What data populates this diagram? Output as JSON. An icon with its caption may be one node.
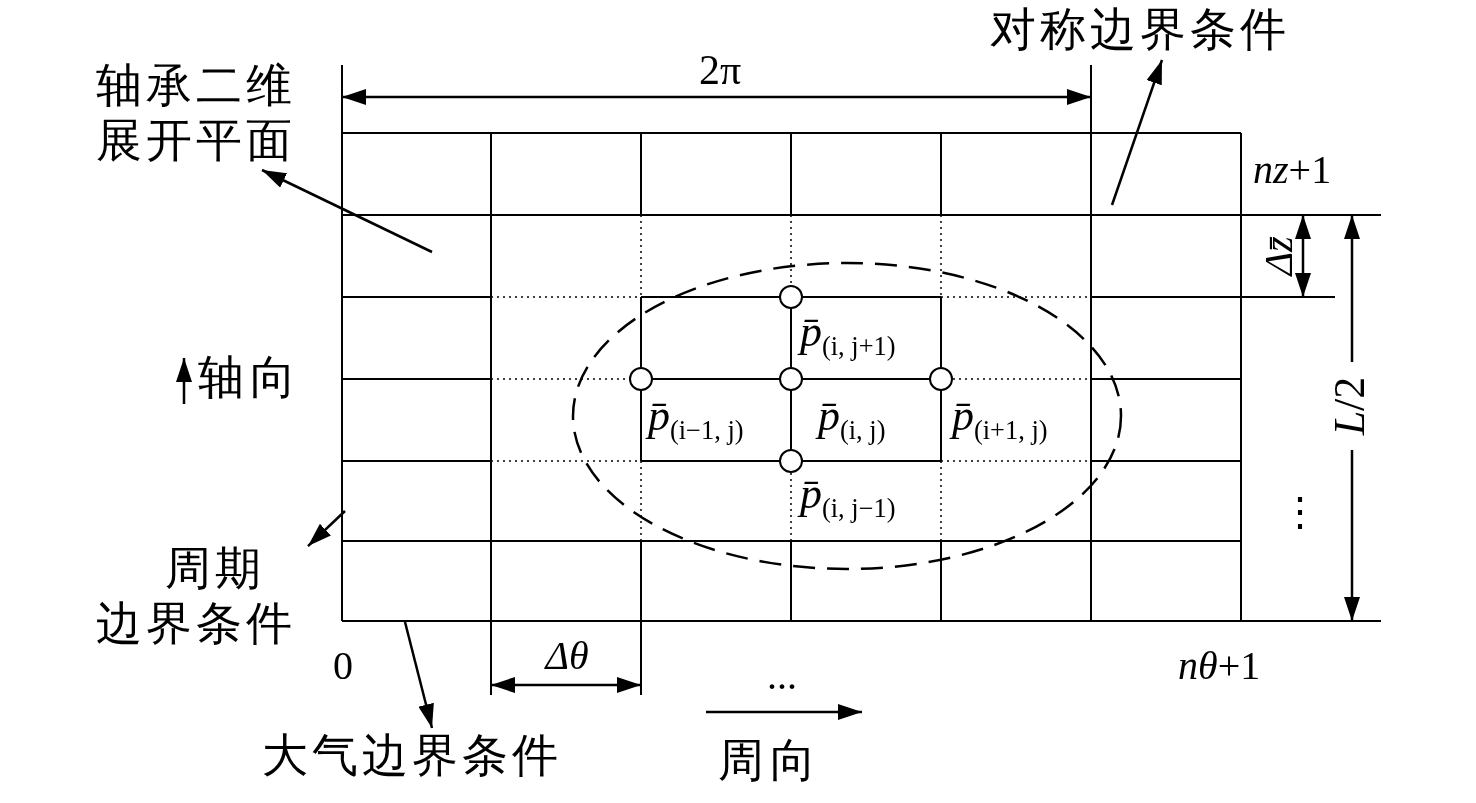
{
  "diagram": {
    "nodes": [
      {
        "text": [
          "轴承二维展开平面"
        ]
      },
      {
        "text": [
          "对称边界条件"
        ]
      },
      {
        "text": [],
        "shape": "circle",
        "beside": [
          "*p̄*$_{(i, j+1)}$"
        ]
      },
      {
        "text": [],
        "shape": "circle",
        "beside": [
          "*p̄*$_{(i−1, j)}$"
        ]
      },
      {
        "text": [],
        "shape": "circle",
        "beside": [
          "*p̄*$_{(i, j)}$"
        ]
      },
      {
        "text": [],
        "shape": "circle",
        "beside": [
          "*p̄*$_{(i+1, j)}$"
        ]
      },
      {
        "text": [],
        "shape": "circle",
        "beside": [
          "*p̄*$_{(i, j−1)}$"
        ]
      },
      {
        "text": [
          "周期边界条件"
        ]
      },
      {
        "text": [
          "大气边界条件"
        ]
      }
    ],
    "edges": [
      {
        "from": null,
        "to": 0,
        "arrow": "to"
      },
      {
        "from": null,
        "to": 1,
        "arrow": "to"
      },
      {
        "from": null,
        "to": 7,
        "arrow": "to"
      },
      {
        "from": null,
        "to": 8,
        "arrow": "to"
      }
    ],
    "labels": [
      "2π",
      "*nz*+1",
      "Δz̄",
      "轴向",
      "*L*/2",
      "⋮",
      "0",
      "Δθ",
      "*nθ*+1",
      "...",
      "周向"
    ]
  }
}
